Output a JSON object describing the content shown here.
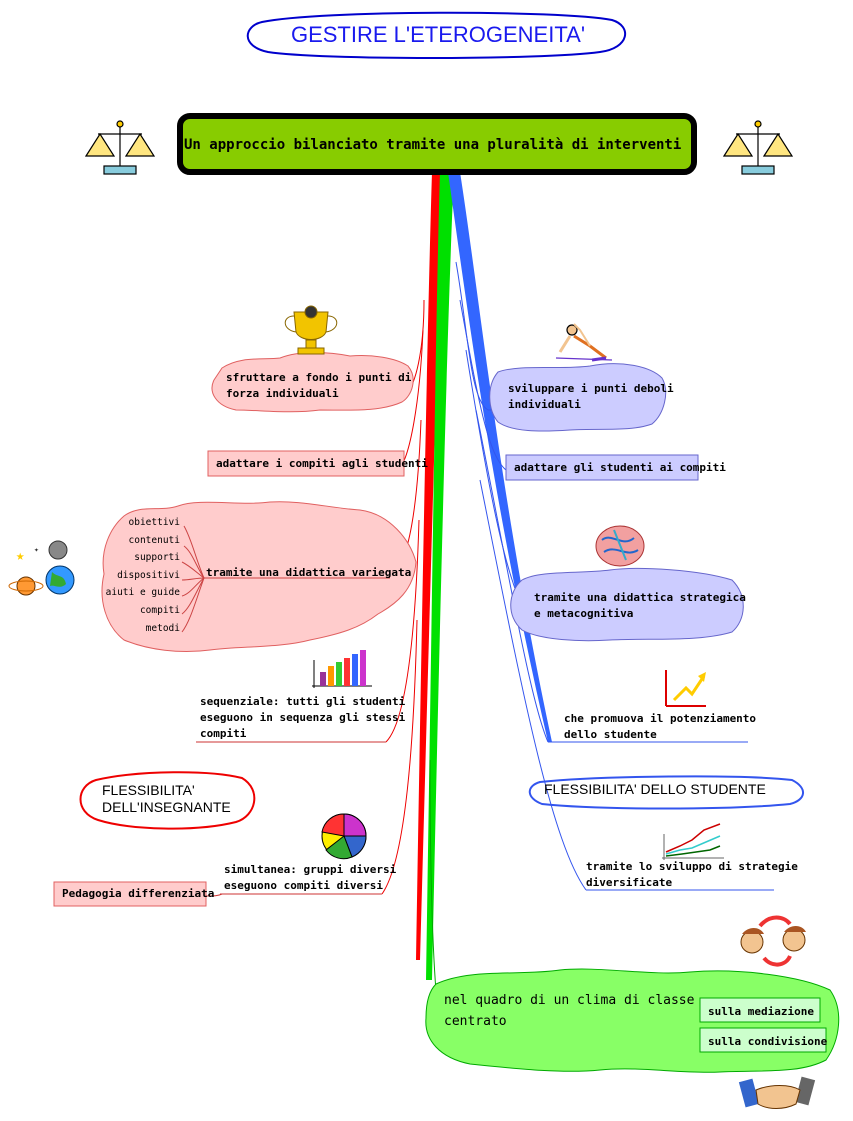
{
  "title": "GESTIRE L'ETEROGENEITA'",
  "central": "Un approccio bilanciato tramite una pluralità di interventi",
  "left": {
    "forza": "sfruttare a fondo i punti di\nforza individuali",
    "adattare": "adattare i compiti agli studenti",
    "variegata": "tramite una didattica variegata",
    "sub_items": [
      "obiettivi",
      "contenuti",
      "supporti",
      "dispositivi",
      "aiuti e guide",
      "compiti",
      "metodi"
    ],
    "sequenziale": "sequenziale: tutti gli studenti\neseguono in sequenza gli stessi\ncompiti",
    "flex_insegnante": "FLESSIBILITA'\nDELL'INSEGNANTE",
    "simultanea": "simultanea: gruppi diversi\neseguono compiti diversi",
    "pedagogia": "Pedagogia differenziata"
  },
  "right": {
    "deboli": "sviluppare i punti deboli\nindividuali",
    "adattare": "adattare gli studenti ai compiti",
    "strategica": "tramite una didattica strategica\ne metacognitiva",
    "potenziamento": "che promuova il potenziamento\ndello studente",
    "flex_studente": "FLESSIBILITA' DELLO STUDENTE",
    "strategie": "tramite lo sviluppo di strategie\ndiversificate"
  },
  "bottom": {
    "clima": "nel quadro di un clima di classe\ncentrato",
    "mediazione": "sulla mediazione",
    "condivisione": "sulla condivisione"
  },
  "colors": {
    "red": "#ff0000",
    "green": "#00e000",
    "blue": "#3366ff",
    "pink": "#ffcccc",
    "lavender": "#ccccff",
    "lime": "#88ff66",
    "central_bg": "#88cc00"
  },
  "icons": [
    "balance-scale-icon",
    "trophy-icon",
    "athlete-stretching-icon",
    "planets-icon",
    "brain-icon",
    "bar-chart-icon",
    "growth-arrow-icon",
    "pie-chart-icon",
    "line-chart-icon",
    "people-exchange-icon",
    "handshake-icon"
  ]
}
